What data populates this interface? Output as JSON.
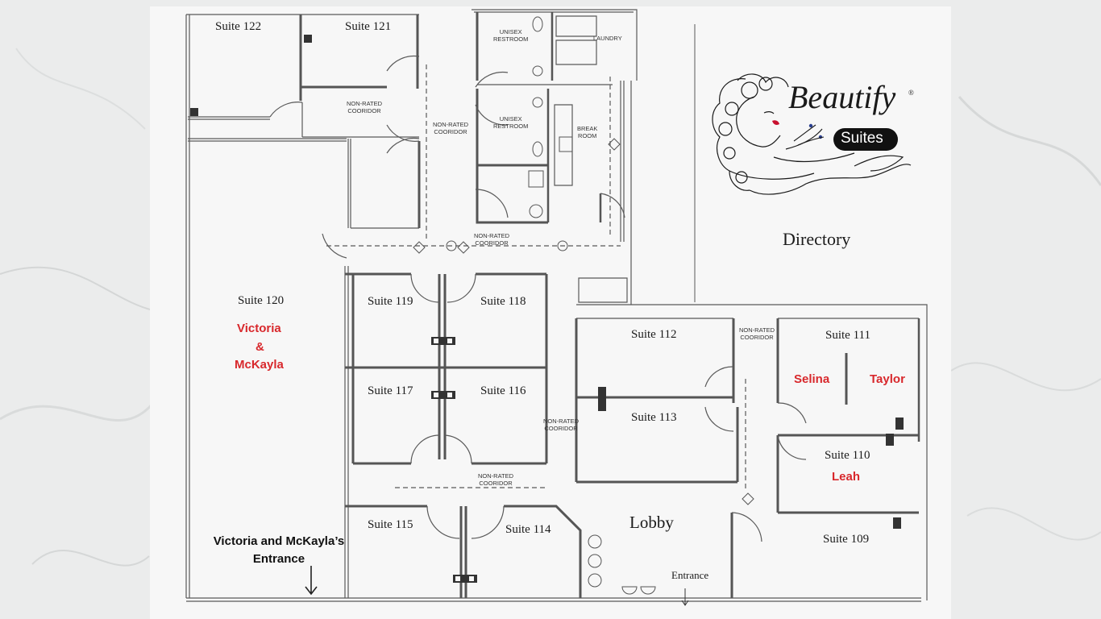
{
  "map": {
    "directory_title": "Directory",
    "lobby_label": "Lobby",
    "entrance_label": "Entrance",
    "side_entrance_note": [
      "Victoria and McKayla’s",
      "Entrance"
    ]
  },
  "logo": {
    "brand_name": "Beautify",
    "registered_mark": "®",
    "sub_brand": "Suites",
    "ink_color": "#1a1a1a",
    "accent_color": "#c8102e"
  },
  "suites": {
    "s122": "Suite 122",
    "s121": "Suite 121",
    "s120": "Suite 120",
    "s119": "Suite 119",
    "s118": "Suite 118",
    "s117": "Suite 117",
    "s116": "Suite 116",
    "s115": "Suite 115",
    "s114": "Suite 114",
    "s113": "Suite 113",
    "s112": "Suite 112",
    "s111": "Suite 111",
    "s110": "Suite 110",
    "s109": "Suite 109"
  },
  "tenants": {
    "suite120_name1": "Victoria",
    "suite120_amp": "&",
    "suite120_name2": "McKayla",
    "suite111_left": "Selina",
    "suite111_right": "Taylor",
    "suite110": "Leah",
    "color": "#d8282c"
  },
  "rooms": {
    "unisex_restroom_1": [
      "UNISEX",
      "RESTROOM"
    ],
    "unisex_restroom_2": [
      "UNISEX",
      "RESTROOM"
    ],
    "laundry": "LAUNDRY",
    "break_room": [
      "BREAK",
      "ROOM"
    ],
    "corridor_a": [
      "NON-RATED",
      "COORIDOR"
    ],
    "corridor_b": [
      "NON-RATED",
      "COORIDOR"
    ],
    "corridor_c": [
      "NON-RATED",
      "COORIDOR"
    ],
    "corridor_d": [
      "NON-RATED",
      "COORIDOR"
    ],
    "corridor_e": [
      "NON-RATED",
      "COORIDOR"
    ],
    "corridor_f": [
      "NON-RATED",
      "COORIDOR"
    ]
  }
}
